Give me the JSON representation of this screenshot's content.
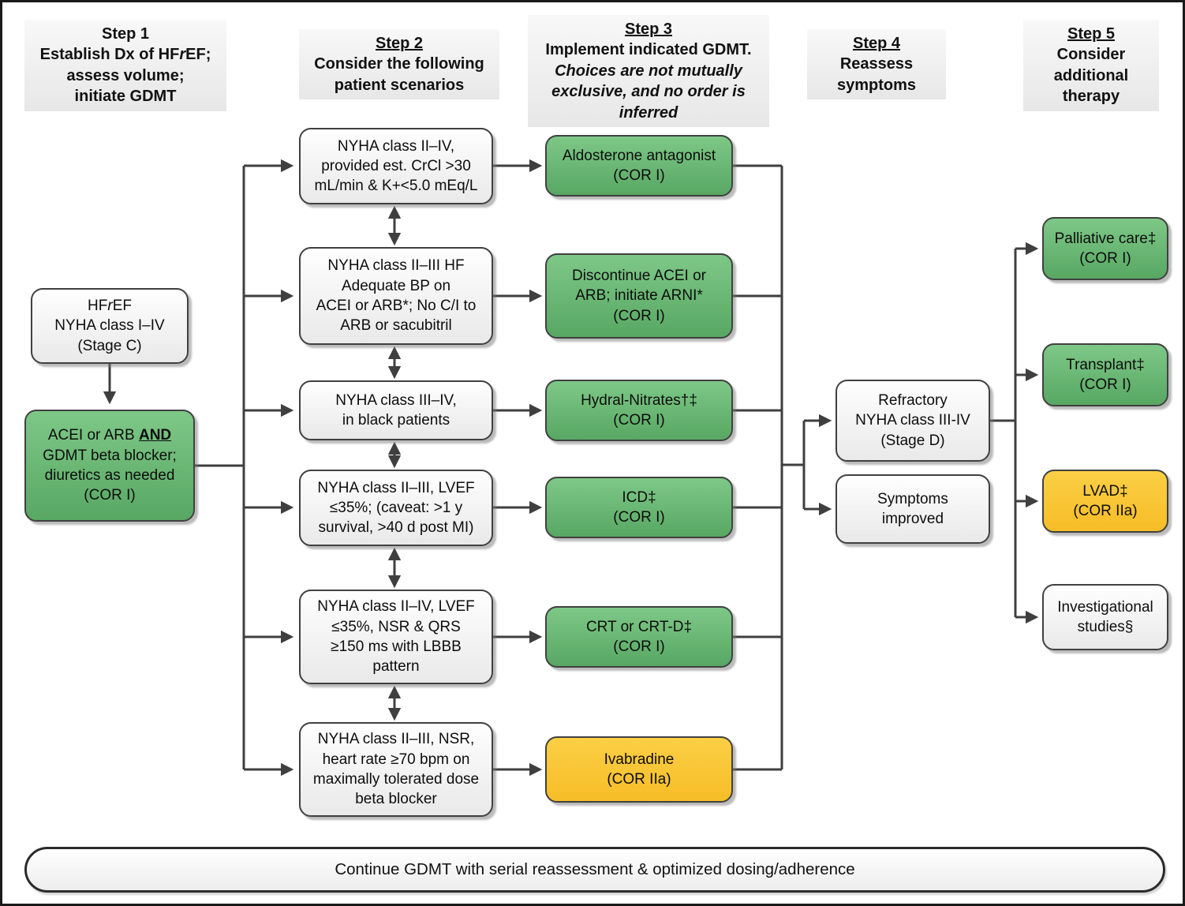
{
  "palette": {
    "green_top": "#7ec887",
    "green_bottom": "#58a763",
    "yellow_top": "#fbcf45",
    "yellow_bottom": "#f6bd27",
    "node_border": "#404040",
    "connector": "#3f3f3f",
    "header_bg": "#efefef"
  },
  "headers": {
    "step1": {
      "title": "Step 1",
      "line1_pre": "Establish Dx of HF",
      "line1_italic": "r",
      "line1_post": "EF;",
      "rest": [
        "assess volume;",
        "initiate GDMT"
      ]
    },
    "step2": {
      "title": "Step 2",
      "lines": [
        "Consider the following",
        "patient scenarios"
      ]
    },
    "step3": {
      "title": "Step 3",
      "line": "Implement indicated GDMT.",
      "italic_lines": [
        "Choices are not mutually",
        "exclusive, and no order is",
        "inferred"
      ]
    },
    "step4": {
      "title": "Step 4",
      "lines": [
        "Reassess",
        "symptoms"
      ]
    },
    "step5": {
      "title": "Step 5",
      "lines": [
        "Consider",
        "additional",
        "therapy"
      ]
    }
  },
  "stage_c_node": {
    "l1_pre": "HF",
    "l1_italic": "r",
    "l1_post": "EF",
    "lines": [
      "NYHA class I–IV",
      "(Stage C)"
    ]
  },
  "gdmt_node": {
    "l1_pre": "ACEI or ARB ",
    "l1_emph": "AND",
    "lines": [
      "GDMT beta blocker;",
      "diuretics as needed",
      "(COR I)"
    ]
  },
  "scenarios": [
    {
      "lines": [
        "NYHA class II–IV,",
        "provided est. CrCl >30",
        "mL/min & K+<5.0 mEq/L"
      ]
    },
    {
      "lines": [
        "NYHA class II–III HF",
        "Adequate BP on",
        "ACEI or ARB*; No C/I to",
        "ARB or sacubitril"
      ]
    },
    {
      "lines": [
        "NYHA class III–IV,",
        "in black patients"
      ]
    },
    {
      "lines": [
        "NYHA class II–III, LVEF",
        "≤35%; (caveat: >1 y",
        "survival, >40 d post MI)"
      ]
    },
    {
      "lines": [
        "NYHA class II–IV, LVEF",
        "≤35%, NSR & QRS",
        "≥150 ms with LBBB",
        "pattern"
      ]
    },
    {
      "lines": [
        "NYHA class II–III, NSR,",
        "heart rate ≥70 bpm on",
        "maximally tolerated dose",
        "beta blocker"
      ]
    }
  ],
  "therapies": [
    {
      "lines": [
        "Aldosterone antagonist",
        "(COR I)"
      ],
      "tone": "green"
    },
    {
      "lines": [
        "Discontinue ACEI or",
        "ARB; initiate ARNI*",
        "(COR I)"
      ],
      "tone": "green"
    },
    {
      "lines": [
        "Hydral-Nitrates†‡",
        "(COR I)"
      ],
      "tone": "green"
    },
    {
      "lines": [
        "ICD‡",
        "(COR I)"
      ],
      "tone": "green"
    },
    {
      "lines": [
        "CRT or CRT-D‡",
        "(COR I)"
      ],
      "tone": "green"
    },
    {
      "lines": [
        "Ivabradine",
        "(COR IIa)"
      ],
      "tone": "yellow"
    }
  ],
  "reassess": [
    {
      "lines": [
        "Refractory",
        "NYHA class III-IV",
        "(Stage D)"
      ]
    },
    {
      "lines": [
        "Symptoms",
        "improved"
      ]
    }
  ],
  "additional": [
    {
      "lines": [
        "Palliative care‡",
        "(COR I)"
      ],
      "tone": "green"
    },
    {
      "lines": [
        "Transplant‡",
        "(COR I)"
      ],
      "tone": "green"
    },
    {
      "lines": [
        "LVAD‡",
        "(COR IIa)"
      ],
      "tone": "yellow"
    },
    {
      "lines": [
        "Investigational",
        "studies§"
      ],
      "tone": "white"
    }
  ],
  "footer": {
    "text": "Continue GDMT with serial reassessment & optimized dosing/adherence"
  }
}
